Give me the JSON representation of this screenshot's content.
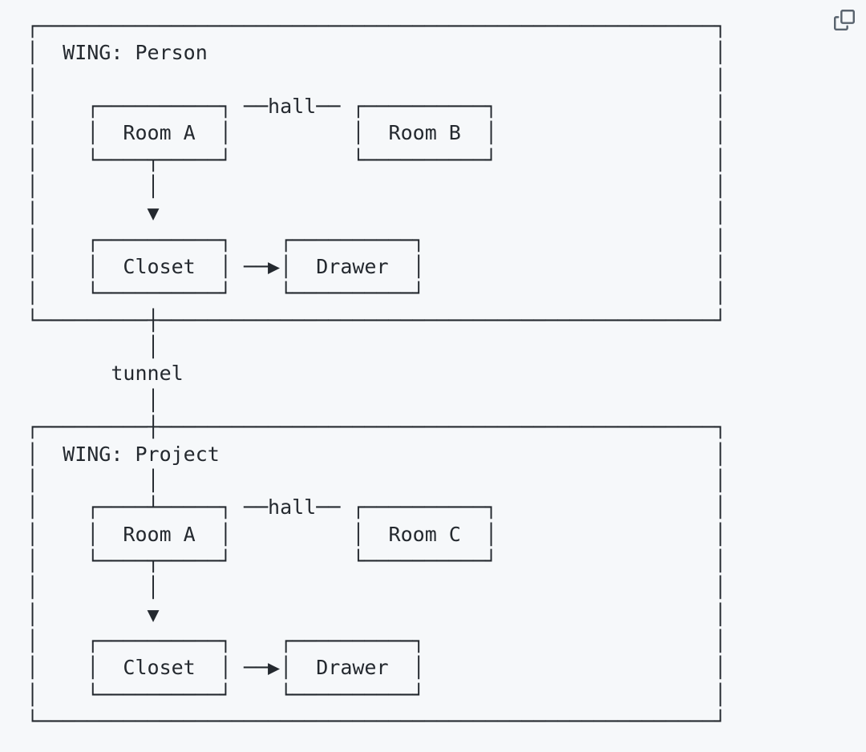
{
  "colors": {
    "background": "#f6f8fa",
    "foreground": "#24292f",
    "icon_gray": "#59636e"
  },
  "code_block": {
    "copy_button": {
      "icon": "copy-icon"
    }
  },
  "diagram": {
    "ascii_lines": [
      "┌────────────────────────────────────────────────────────┐",
      "│  WING: Person                                          │",
      "│                                                        │",
      "│    ┌──────────┐ ──hall── ┌──────────┐                  │",
      "│    │  Room A  │          │  Room B  │                  │",
      "│    └────┬─────┘          └──────────┘                  │",
      "│         │                                              │",
      "│         ▼                                              │",
      "│    ┌──────────┐    ┌──────────┐                        │",
      "│    │  Closet  │ ──▶│  Drawer  │                        │",
      "│    └──────────┘    └──────────┘                        │",
      "└─────────┼──────────────────────────────────────────────┘",
      "          │",
      "       tunnel",
      "          │",
      "┌─────────┼──────────────────────────────────────────────┐",
      "│  WING: Project                                         │",
      "│         │                                              │",
      "│    ┌────┴─────┐ ──hall── ┌──────────┐                  │",
      "│    │  Room A  │          │  Room C  │                  │",
      "│    └────┬─────┘          └──────────┘                  │",
      "│         │                                              │",
      "│         ▼                                              │",
      "│    ┌──────────┐    ┌──────────┐                        │",
      "│    │  Closet  │ ──▶│  Drawer  │                        │",
      "│    └──────────┘    └──────────┘                        │",
      "└────────────────────────────────────────────────────────┘"
    ],
    "semantics": {
      "connector_label": "tunnel",
      "hall_label": "hall",
      "wings": [
        {
          "title": "WING: Person",
          "rooms": [
            "Room A",
            "Room B"
          ],
          "flow": [
            "Room A",
            "Closet",
            "Drawer"
          ]
        },
        {
          "title": "WING: Project",
          "rooms": [
            "Room A",
            "Room C"
          ],
          "flow": [
            "Room A",
            "Closet",
            "Drawer"
          ]
        }
      ]
    }
  }
}
